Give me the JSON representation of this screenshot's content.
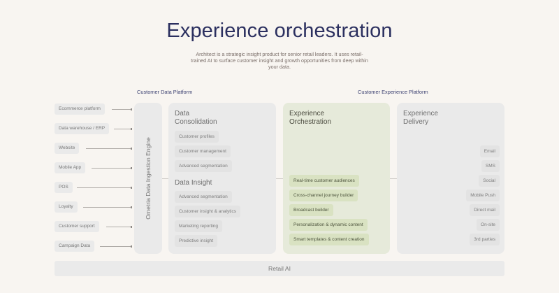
{
  "header": {
    "title": "Experience orchestration",
    "subtitle": "Architect is a strategic insight product for senior retail leaders. It uses retail-trained AI to surface customer insight and growth opportunities from deep within your data."
  },
  "sections": {
    "cdp_label": "Customer Data Platform",
    "cxp_label": "Customer Experience Platform"
  },
  "sources": [
    {
      "label": "Ecommerce platform"
    },
    {
      "label": "Data warehouse / ERP"
    },
    {
      "label": "Website"
    },
    {
      "label": "Mobile App"
    },
    {
      "label": "POS"
    },
    {
      "label": "Loyalty"
    },
    {
      "label": "Customer support"
    },
    {
      "label": "Campaign Data"
    }
  ],
  "engine": {
    "label": "Ometria Data Ingestion Engine"
  },
  "consolidation": {
    "title_line1": "Data",
    "title_line2": "Consolidation",
    "items": [
      "Customer profiles",
      "Customer management",
      "Advanced segmentation"
    ]
  },
  "insight": {
    "title": "Data Insight",
    "items": [
      "Advanced segmentation",
      "Customer insight & analytics",
      "Marketing reporting",
      "Predictive insight"
    ]
  },
  "orchestration": {
    "title_line1": "Experience",
    "title_line2": "Orchestration",
    "items": [
      "Real-time customer audiences",
      "Cross-channel journey builder",
      "Broadcast builder",
      "Personalization & dynamic content",
      "Smart templates & content creation"
    ]
  },
  "delivery": {
    "title_line1": "Experience",
    "title_line2": "Delivery",
    "items": [
      "Email",
      "SMS",
      "Social",
      "Mobile Push",
      "Direct mail",
      "On-site",
      "3rd parties"
    ]
  },
  "footer": {
    "label": "Retail AI"
  },
  "colors": {
    "background": "#f8f5f1",
    "title": "#2b2f5f",
    "panel_grey": "#eaeaea",
    "panel_green": "#e6eada",
    "chip_green": "#d9e2c2"
  }
}
